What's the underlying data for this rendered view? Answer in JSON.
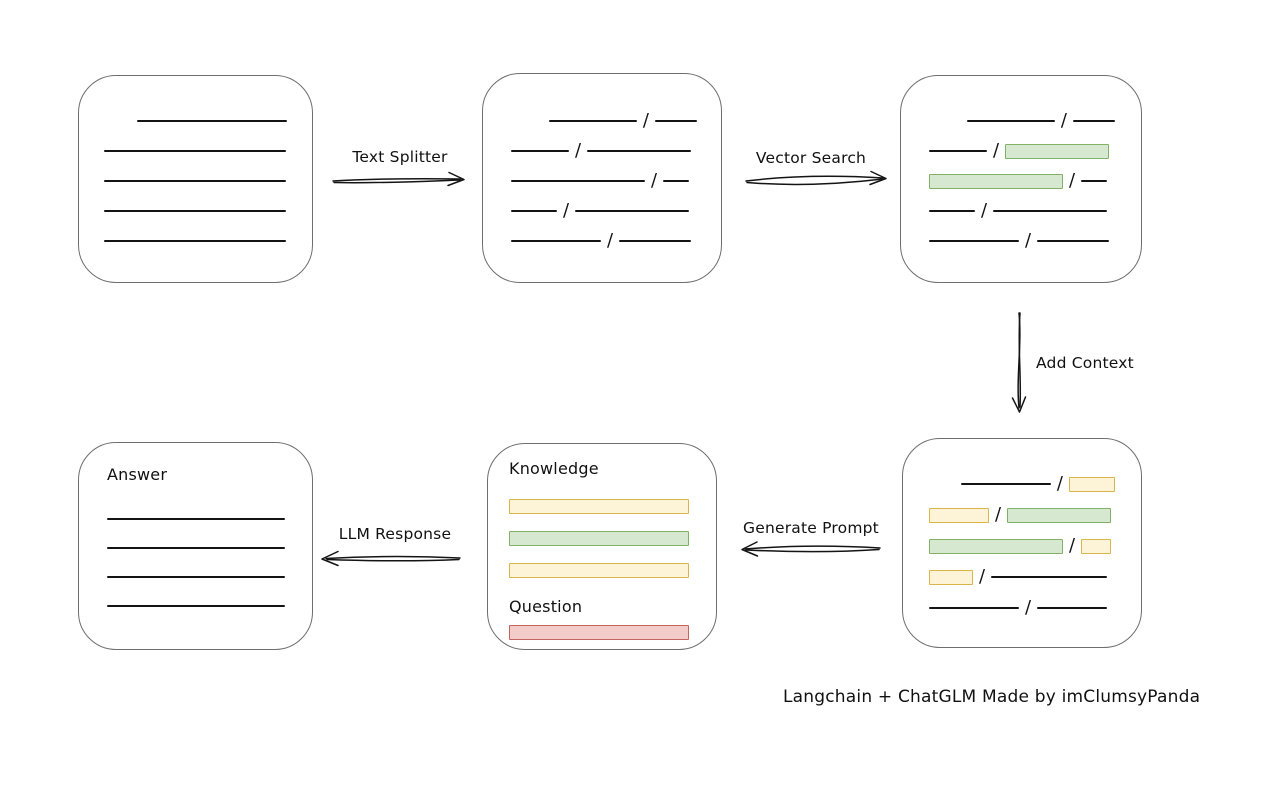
{
  "diagram": {
    "caption": "Langchain + ChatGLM Made by imClumsyPanda",
    "slash": "/",
    "labels": {
      "text_splitter": "Text Splitter",
      "vector_search": "Vector Search",
      "add_context": "Add Context",
      "generate_prompt": "Generate Prompt",
      "llm_response": "LLM Response"
    },
    "colors": {
      "box_border": "#6e6e6e",
      "line": "#141414",
      "text": "#111111",
      "green_fill": "#d7e8d1",
      "green_border": "#83b266",
      "yellow_fill": "#fdf3d6",
      "yellow_border": "#d9b54c",
      "red_fill": "#f3cbc8",
      "red_border": "#c26560"
    },
    "boxes": {
      "document": {
        "rows": [
          {
            "align": "right",
            "segments": [
              {
                "k": "line",
                "w": 150
              }
            ]
          },
          {
            "segments": [
              {
                "k": "line",
                "w": 182
              }
            ]
          },
          {
            "segments": [
              {
                "k": "line",
                "w": 182
              }
            ]
          },
          {
            "segments": [
              {
                "k": "line",
                "w": 182
              }
            ]
          },
          {
            "segments": [
              {
                "k": "line",
                "w": 182
              }
            ]
          }
        ]
      },
      "chunks": {
        "rows": [
          {
            "align": "right",
            "segments": [
              {
                "k": "line",
                "w": 88
              },
              {
                "k": "slash"
              },
              {
                "k": "line",
                "w": 42
              }
            ]
          },
          {
            "segments": [
              {
                "k": "line",
                "w": 58
              },
              {
                "k": "slash"
              },
              {
                "k": "line",
                "w": 104
              }
            ]
          },
          {
            "segments": [
              {
                "k": "line",
                "w": 134
              },
              {
                "k": "slash"
              },
              {
                "k": "line",
                "w": 26
              }
            ]
          },
          {
            "segments": [
              {
                "k": "line",
                "w": 46
              },
              {
                "k": "slash"
              },
              {
                "k": "line",
                "w": 114
              }
            ]
          },
          {
            "segments": [
              {
                "k": "line",
                "w": 90
              },
              {
                "k": "slash"
              },
              {
                "k": "line",
                "w": 72
              }
            ]
          }
        ]
      },
      "matched": {
        "rows": [
          {
            "align": "right",
            "segments": [
              {
                "k": "line",
                "w": 88
              },
              {
                "k": "slash"
              },
              {
                "k": "line",
                "w": 42
              }
            ]
          },
          {
            "segments": [
              {
                "k": "line",
                "w": 58
              },
              {
                "k": "slash"
              },
              {
                "k": "chip",
                "c": "green",
                "w": 104
              }
            ]
          },
          {
            "segments": [
              {
                "k": "chip",
                "c": "green",
                "w": 134
              },
              {
                "k": "slash"
              },
              {
                "k": "line",
                "w": 26
              }
            ]
          },
          {
            "segments": [
              {
                "k": "line",
                "w": 46
              },
              {
                "k": "slash"
              },
              {
                "k": "line",
                "w": 114
              }
            ]
          },
          {
            "segments": [
              {
                "k": "line",
                "w": 90
              },
              {
                "k": "slash"
              },
              {
                "k": "line",
                "w": 72
              }
            ]
          }
        ]
      },
      "context": {
        "rows": [
          {
            "align": "right",
            "segments": [
              {
                "k": "line",
                "w": 90
              },
              {
                "k": "slash"
              },
              {
                "k": "chip",
                "c": "yellow",
                "w": 46
              }
            ]
          },
          {
            "segments": [
              {
                "k": "chip",
                "c": "yellow",
                "w": 60
              },
              {
                "k": "slash"
              },
              {
                "k": "chip",
                "c": "green",
                "w": 104
              }
            ]
          },
          {
            "segments": [
              {
                "k": "chip",
                "c": "green",
                "w": 134
              },
              {
                "k": "slash"
              },
              {
                "k": "chip",
                "c": "yellow",
                "w": 30
              }
            ]
          },
          {
            "segments": [
              {
                "k": "chip",
                "c": "yellow",
                "w": 44
              },
              {
                "k": "slash"
              },
              {
                "k": "line",
                "w": 116
              }
            ]
          },
          {
            "segments": [
              {
                "k": "line",
                "w": 90
              },
              {
                "k": "slash"
              },
              {
                "k": "line",
                "w": 70
              }
            ]
          }
        ]
      },
      "prompt": {
        "knowledge_title": "Knowledge",
        "question_title": "Question",
        "knowledge_bars": [
          {
            "segments": [
              {
                "k": "chip",
                "c": "yellow",
                "w": 182
              }
            ]
          },
          {
            "segments": [
              {
                "k": "chip",
                "c": "green",
                "w": 182
              }
            ]
          },
          {
            "segments": [
              {
                "k": "chip",
                "c": "yellow",
                "w": 182
              }
            ]
          }
        ],
        "question_bars": [
          {
            "segments": [
              {
                "k": "chip",
                "c": "red",
                "w": 182
              }
            ]
          }
        ]
      },
      "answer": {
        "title": "Answer",
        "rows": [
          {
            "segments": [
              {
                "k": "line",
                "w": 180
              }
            ]
          },
          {
            "segments": [
              {
                "k": "line",
                "w": 180
              }
            ]
          },
          {
            "segments": [
              {
                "k": "line",
                "w": 180
              }
            ]
          },
          {
            "segments": [
              {
                "k": "line",
                "w": 180
              }
            ]
          }
        ]
      }
    }
  }
}
